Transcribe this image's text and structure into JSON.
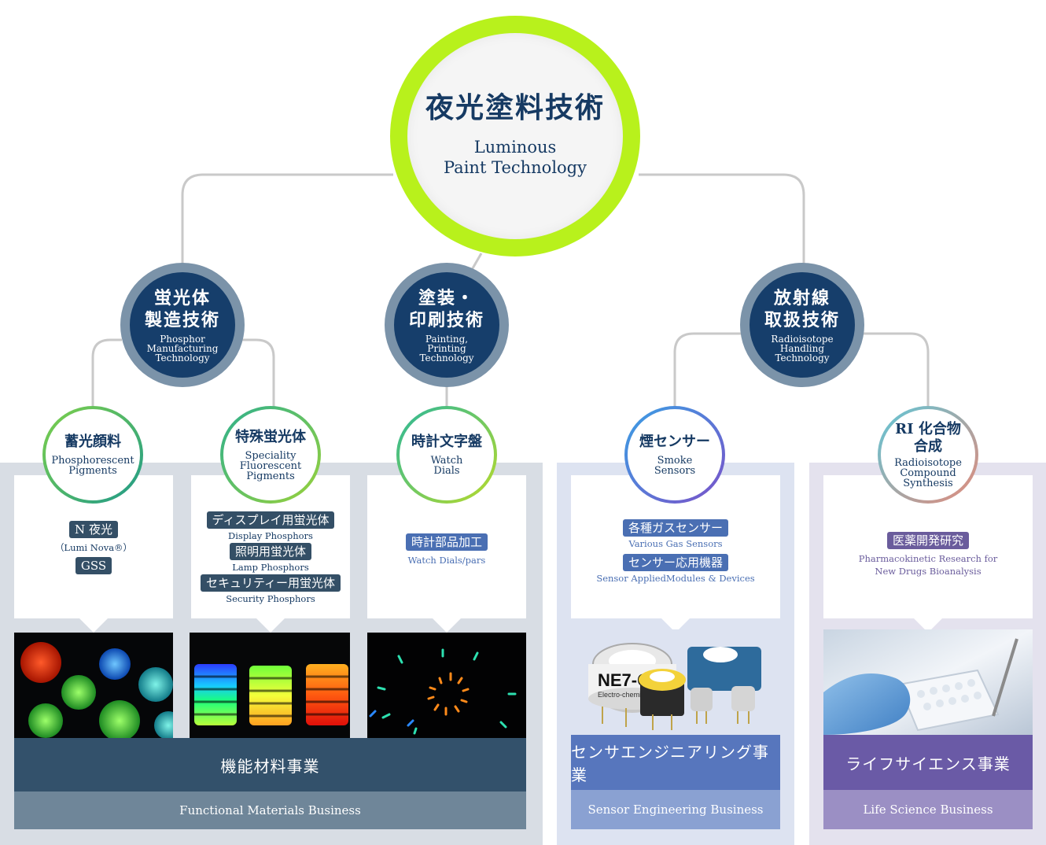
{
  "root": {
    "jp": "夜光塗料技術",
    "en_line1": "Luminous",
    "en_line2": "Paint Technology",
    "ring_color": "#b8f11c"
  },
  "mid": [
    {
      "jp_line1": "蛍光体",
      "jp_line2": "製造技術",
      "en_line1": "Phosphor",
      "en_line2": "Manufacturing",
      "en_line3": "Technology"
    },
    {
      "jp_line1": "塗装・",
      "jp_line2": "印刷技術",
      "en_line1": "Painting,",
      "en_line2": "Printing",
      "en_line3": "Technology"
    },
    {
      "jp_line1": "放射線",
      "jp_line2": "取扱技術",
      "en_line1": "Radioisotope",
      "en_line2": "Handling",
      "en_line3": "Technology"
    }
  ],
  "leaves": [
    {
      "jp": "蓄光顔料",
      "en_line1": "Phosphorescent",
      "en_line2": "Pigments",
      "ring_color": "#2ea870"
    },
    {
      "jp": "特殊蛍光体",
      "en_line1": "Speciality",
      "en_line2": "Fluorescent",
      "en_line3": "Pigments",
      "ring_color": "#56b848"
    },
    {
      "jp": "時計文字盤",
      "en_line1": "Watch",
      "en_line2": "Dials",
      "ring_color": "#3fb37a"
    },
    {
      "jp": "煙センサー",
      "en_line1": "Smoke",
      "en_line2": "Sensors",
      "ring_color": "#6a5fc9"
    },
    {
      "jp_line1": "RI 化合物",
      "jp_line2": "合成",
      "en_line1": "Radioisotope",
      "en_line2": "Compound",
      "en_line3": "Synthesis",
      "ring_color": "#c0a0a0"
    }
  ],
  "cards": {
    "phosphorescent": {
      "tag1": "N 夜光",
      "sub1": "（Lumi Nova®）",
      "tag2": "GSS"
    },
    "fluorescent": {
      "tag1": "ディスプレイ用蛍光体",
      "sub1": "Display Phosphors",
      "tag2": "照明用蛍光体",
      "sub2": "Lamp Phosphors",
      "tag3": "セキュリティー用蛍光体",
      "sub3": "Security Phosphors"
    },
    "watch": {
      "tag1": "時計部品加工",
      "sub1": "Watch Dials/pars"
    },
    "sensor": {
      "tag1": "各種ガスセンサー",
      "sub1": "Various Gas Sensors",
      "tag2": "センサー応用機器",
      "sub2": "Sensor AppliedModules & Devices"
    },
    "life": {
      "tag1": "医薬開発研究",
      "sub1_line1": "Pharmacokinetic Research for",
      "sub1_line2": "New Drugs Bioanalysis"
    }
  },
  "photos": {
    "sensor_label": "NE7-C",
    "sensor_sublabel": "Electro-chemical"
  },
  "business": [
    {
      "jp": "機能材料事業",
      "en": "Functional Materials Business",
      "color_jp": "#33516b",
      "color_en": "#6f8699"
    },
    {
      "jp": "センサエンジニアリング事業",
      "en": "Sensor Engineering Business",
      "color_jp": "#5776bd",
      "color_en": "#8aa1d2"
    },
    {
      "jp": "ライフサイエンス事業",
      "en": "Life Science Business",
      "color_jp": "#6a5aa6",
      "color_en": "#9b8fc4"
    }
  ]
}
